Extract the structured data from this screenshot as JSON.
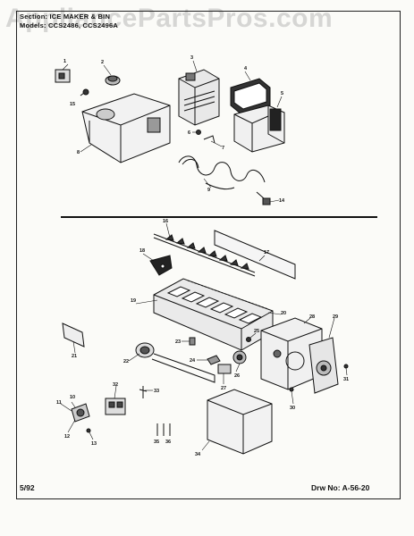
{
  "header": {
    "section_line": "Section: ICE MAKER & BIN",
    "model_line": "Models: CCS2486, CCS2496A"
  },
  "watermark": "AppliancePartsPros.com",
  "footer": {
    "date": "5/92",
    "drawing_number": "Drw No: A-56-20"
  },
  "callouts": [
    "1",
    "2",
    "3",
    "4",
    "5",
    "6",
    "7",
    "8",
    "9",
    "14",
    "15",
    "16",
    "17",
    "18",
    "19",
    "20",
    "21",
    "22",
    "23",
    "24",
    "25",
    "26",
    "27",
    "28",
    "29",
    "30",
    "31",
    "32",
    "33",
    "34",
    "35",
    "36",
    "10",
    "11",
    "12",
    "13"
  ]
}
